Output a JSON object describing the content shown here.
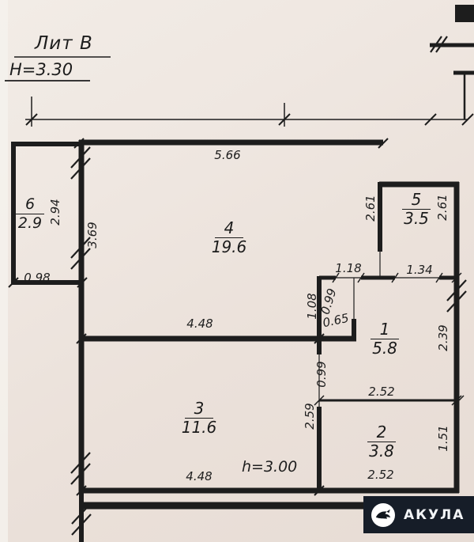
{
  "header": {
    "lit": "Лит В",
    "height": "H=3.30"
  },
  "rooms": {
    "r1": {
      "num": "1",
      "area": "5.8"
    },
    "r2": {
      "num": "2",
      "area": "3.8"
    },
    "r3": {
      "num": "3",
      "area": "11.6"
    },
    "r4": {
      "num": "4",
      "area": "19.6"
    },
    "r5": {
      "num": "5",
      "area": "3.5"
    },
    "r6": {
      "num": "6",
      "area": "2.9"
    }
  },
  "dims": {
    "r4_top": "5.66",
    "r4_right": "2.61",
    "r4_left": "3.69",
    "r4_bottom": "4.48",
    "r5_right": "2.61",
    "r5_door": "1.34",
    "r1_top_door": "1.18",
    "niche_height": "1.08",
    "niche_width": "0.99",
    "niche_door": "0.65",
    "r1_right": "2.39",
    "r1_left_door": "0.99",
    "r1_width": "2.52",
    "r3_right": "2.59",
    "r3_bottom": "4.48",
    "r2_width": "2.52",
    "r2_right": "1.51",
    "r6_height": "2.94",
    "r6_width": "0.98",
    "ceiling_height": "h=3.00"
  },
  "icons": {
    "watermark_logo": "shark-icon"
  },
  "watermark": {
    "brand": "АКУЛА"
  },
  "colors": {
    "ink": "#1d1d1d",
    "paper": "#ece3dc",
    "badge": "#161d28"
  }
}
